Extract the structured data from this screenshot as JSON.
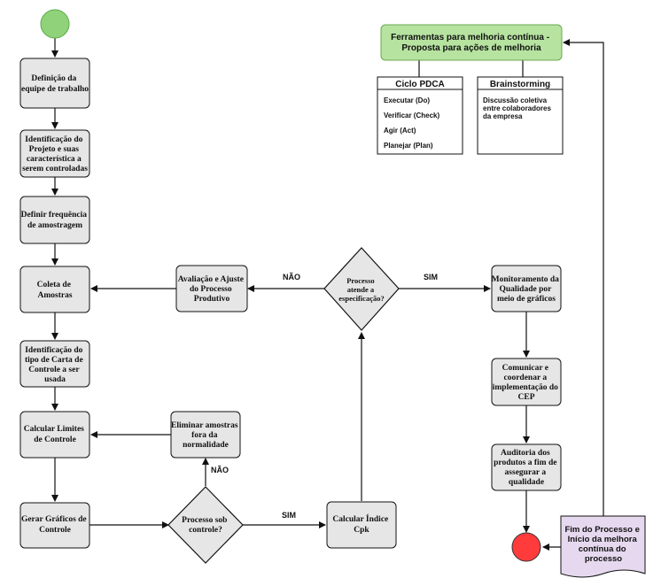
{
  "colors": {
    "box_fill": "#e6e6e6",
    "stroke": "#111111",
    "start_fill": "#90d27a",
    "end_fill": "#ff3b3b",
    "header_fill": "#b6e3a0",
    "doc_fill": "#e6d9ef"
  },
  "left_column": {
    "definicao": [
      "Definição da",
      "equipe de trabalho"
    ],
    "identificacao_projeto": [
      "Identificação do",
      "Projeto e suas",
      "característica a",
      "serem controladas"
    ],
    "frequencia": [
      "Definir frequência",
      "de amostragem"
    ],
    "coleta": [
      "Coleta de",
      "Amostras"
    ],
    "tipo_carta": [
      "Identificação do",
      "tipo de Carta de",
      "Controle a ser",
      "usada"
    ],
    "limites": [
      "Calcular Limites",
      "de Controle"
    ],
    "graficos": [
      "Gerar Gráficos de",
      "Controle"
    ]
  },
  "middle": {
    "avaliacao": [
      "Avaliação e Ajuste",
      "do Processo",
      "Produtivo"
    ],
    "eliminar": [
      "Eliminar amostras",
      "fora da",
      "normalidade"
    ],
    "decisao_controle": [
      "Processo sob",
      "controle?"
    ],
    "decisao_especificacao": [
      "Processo",
      "atende a",
      "especificação?"
    ],
    "cpk": [
      "Calcular Índice",
      "Cpk"
    ]
  },
  "right_column": {
    "monitoramento": [
      "Monitoramento da",
      "Qualidade por",
      "meio de gráficos"
    ],
    "comunicar": [
      "Comunicar e",
      "coordenar a",
      "implementação do",
      "CEP"
    ],
    "auditoria": [
      "Auditoria dos",
      "produtos a fim de",
      "assegurar a",
      "qualidade"
    ],
    "fim": [
      "Fim do Processo e",
      "Início da melhora",
      "contínua do",
      "processo"
    ]
  },
  "labels": {
    "nao_left": "NÃO",
    "sim_right": "SIM",
    "nao_up": "NÃO",
    "sim_bottom": "SIM"
  },
  "tools": {
    "header": [
      "Ferramentas para melhoria contínua -",
      "Proposta para ações de melhoria"
    ],
    "pdca": {
      "title": "Ciclo PDCA",
      "items": [
        "Executar (Do)",
        "Verificar (Check)",
        "Agir (Act)",
        "Planejar (Plan)"
      ]
    },
    "brainstorming": {
      "title": "Brainstorming",
      "desc": [
        "Discussão coletiva",
        "entre colaboradores",
        "da empresa"
      ]
    }
  }
}
